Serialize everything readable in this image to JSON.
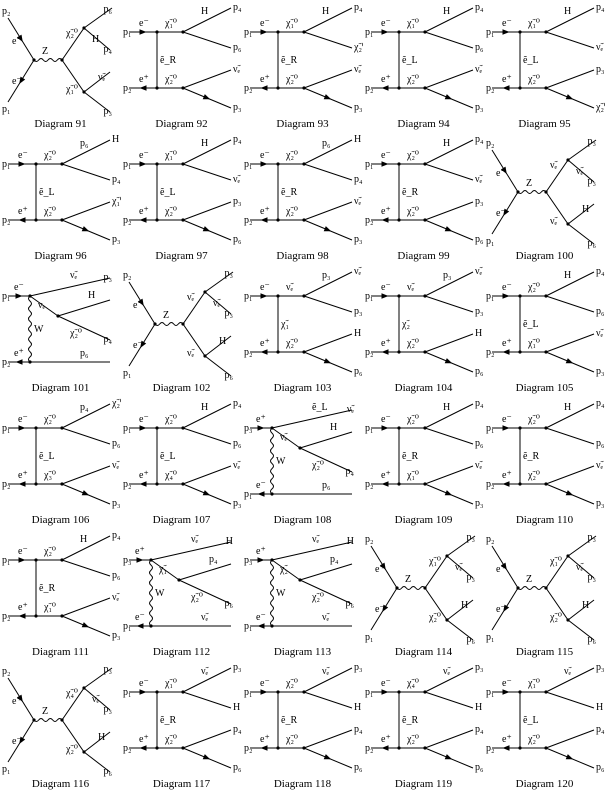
{
  "diagrams": [
    {
      "id": "d91",
      "caption": "Diagram 91",
      "kind": "s",
      "p": [
        "p₂",
        "p₁"
      ],
      "b": [
        "e⁻",
        "e⁻"
      ],
      "prop": "Z",
      "t": [
        "χ̃₂⁰",
        "χ̃₁⁰"
      ],
      "o": [
        "p₆",
        "H",
        "p₄",
        "ν̃ₑ",
        "p₃"
      ]
    },
    {
      "id": "d92",
      "caption": "Diagram 92",
      "kind": "t",
      "p": [
        "p₁",
        "p₂"
      ],
      "b": [
        "e⁻",
        "e⁺"
      ],
      "prop": "ẽ_R",
      "t": [
        "χ̃₁⁰",
        "χ̃₂⁰"
      ],
      "o": [
        "H",
        "p₄",
        "p₆",
        "ν̃ₑ",
        "p₃"
      ]
    },
    {
      "id": "d93",
      "caption": "Diagram 93",
      "kind": "t",
      "p": [
        "p₁",
        "p₂"
      ],
      "b": [
        "e⁻",
        "e⁺"
      ],
      "prop": "ẽ_R",
      "t": [
        "χ̃₁⁰",
        "χ̃₂⁰"
      ],
      "o": [
        "H",
        "p₄",
        "χ̃₂⁰",
        "ν̃ₑ",
        "p₃"
      ]
    },
    {
      "id": "d94",
      "caption": "Diagram 94",
      "kind": "t",
      "p": [
        "p₁",
        "p₂"
      ],
      "b": [
        "e⁻",
        "e⁺"
      ],
      "prop": "ẽ_L",
      "t": [
        "χ̃₁⁰",
        "χ̃₂⁰"
      ],
      "o": [
        "H",
        "p₄",
        "p₆",
        "ν̃ₑ",
        "p₃"
      ]
    },
    {
      "id": "d95",
      "caption": "Diagram 95",
      "kind": "t",
      "p": [
        "p₁",
        "p₂"
      ],
      "b": [
        "e⁻",
        "e⁺"
      ],
      "prop": "ẽ_L",
      "t": [
        "χ̃₁⁰",
        "χ̃₂⁰"
      ],
      "o": [
        "H",
        "p₄",
        "ν̃ₑ",
        "p₃",
        "χ̃₂⁰"
      ]
    },
    {
      "id": "d96",
      "caption": "Diagram 96",
      "kind": "t",
      "p": [
        "p₁",
        "p₂"
      ],
      "b": [
        "e⁻",
        "e⁺"
      ],
      "prop": "ẽ_L",
      "t": [
        "χ̃₂⁰",
        "χ̃₂⁰"
      ],
      "o": [
        "p₆",
        "H",
        "p₄",
        "χ̃₁⁰",
        "p₃"
      ]
    },
    {
      "id": "d97",
      "caption": "Diagram 97",
      "kind": "t",
      "p": [
        "p₁",
        "p₂"
      ],
      "b": [
        "e⁻",
        "e⁺"
      ],
      "prop": "ẽ_L",
      "t": [
        "χ̃₁⁰",
        "χ̃₂⁰"
      ],
      "o": [
        "H",
        "p₄",
        "ν̃ₑ",
        "p₃",
        "p₆"
      ]
    },
    {
      "id": "d98",
      "caption": "Diagram 98",
      "kind": "t",
      "p": [
        "p₁",
        "p₂"
      ],
      "b": [
        "e⁻",
        "e⁺"
      ],
      "prop": "ẽ_R",
      "t": [
        "χ̃₂⁰",
        "χ̃₂⁰"
      ],
      "o": [
        "p₆",
        "H",
        "p₄",
        "ν̃ₑ",
        "p₃"
      ]
    },
    {
      "id": "d99",
      "caption": "Diagram 99",
      "kind": "t",
      "p": [
        "p₁",
        "p₂"
      ],
      "b": [
        "e⁻",
        "e⁺"
      ],
      "prop": "ẽ_R",
      "t": [
        "χ̃₂⁰",
        "χ̃₂⁰"
      ],
      "o": [
        "H",
        "p₄",
        "ν̃ₑ",
        "p₃",
        "p₆"
      ]
    },
    {
      "id": "d100",
      "caption": "Diagram 100",
      "kind": "s",
      "p": [
        "p₂",
        "p₁"
      ],
      "b": [
        "e⁻",
        "e⁻"
      ],
      "prop": "Z",
      "t": [
        "ν̃ₑ",
        "ν̃ₑ"
      ],
      "o": [
        "p₃",
        "ν̃ₑ",
        "p₃",
        "H",
        "p₆"
      ]
    },
    {
      "id": "d101",
      "caption": "Diagram 101",
      "kind": "w",
      "p": [
        "p₁",
        "p₂"
      ],
      "b": [
        "e⁻",
        "e⁺"
      ],
      "prop": "W",
      "t": [
        "νₑ",
        "χ̃₂⁰"
      ],
      "o": [
        "ν̃ₑ",
        "p₃",
        "H",
        "p₄",
        "p₆"
      ]
    },
    {
      "id": "d102",
      "caption": "Diagram 102",
      "kind": "s",
      "p": [
        "p₂",
        "p₁"
      ],
      "b": [
        "e⁻",
        "e⁻"
      ],
      "prop": "Z",
      "t": [
        "ν̃ₑ",
        "ν̃ₑ"
      ],
      "o": [
        "p₃",
        "ν̃ₑ",
        "p₃",
        "H",
        "p₆"
      ]
    },
    {
      "id": "d103",
      "caption": "Diagram 103",
      "kind": "t",
      "p": [
        "p₁",
        "p₂"
      ],
      "b": [
        "e⁻",
        "e⁺"
      ],
      "prop": "χ̃₁",
      "t": [
        "ν̃ₑ",
        "χ̃₂⁰"
      ],
      "o": [
        "p₃",
        "ν̃ₑ",
        "p₃",
        "H",
        "p₆"
      ]
    },
    {
      "id": "d104",
      "caption": "Diagram 104",
      "kind": "t",
      "p": [
        "p₁",
        "p₂"
      ],
      "b": [
        "e⁻",
        "e⁺"
      ],
      "prop": "χ̃₂",
      "t": [
        "ν̃ₑ",
        "χ̃₂⁰"
      ],
      "o": [
        "p₃",
        "ν̃ₑ",
        "p₃",
        "H",
        "p₆"
      ]
    },
    {
      "id": "d105",
      "caption": "Diagram 105",
      "kind": "t",
      "p": [
        "p₁",
        "p₂"
      ],
      "b": [
        "e⁻",
        "e⁺"
      ],
      "prop": "ẽ_L",
      "t": [
        "χ̃₂⁰",
        "χ̃₁⁰"
      ],
      "o": [
        "H",
        "p₄",
        "p₆",
        "ν̃ₑ",
        "p₃"
      ]
    },
    {
      "id": "d106",
      "caption": "Diagram 106",
      "kind": "t",
      "p": [
        "p₁",
        "p₂"
      ],
      "b": [
        "e⁻",
        "e⁺"
      ],
      "prop": "ẽ_L",
      "t": [
        "χ̃₂⁰",
        "χ̃₃⁰"
      ],
      "o": [
        "p₄",
        "χ̃₂⁰",
        "p₆",
        "ν̃ₑ",
        "p₃"
      ]
    },
    {
      "id": "d107",
      "caption": "Diagram 107",
      "kind": "t",
      "p": [
        "p₁",
        "p₂"
      ],
      "b": [
        "e⁻",
        "e⁺"
      ],
      "prop": "ẽ_L",
      "t": [
        "χ̃₂⁰",
        "χ̃₄⁰"
      ],
      "o": [
        "H",
        "p₄",
        "p₆",
        "ν̃ₑ",
        "p₃"
      ]
    },
    {
      "id": "d108",
      "caption": "Diagram 108",
      "kind": "w",
      "p": [
        "p₃",
        "p₁"
      ],
      "b": [
        "e⁺",
        "e⁻"
      ],
      "prop": "W",
      "t": [
        "ν̃ₑ",
        "χ̃₂⁰"
      ],
      "o": [
        "ẽ_L",
        "ν̃ₑ",
        "H",
        "p₄",
        "p₆"
      ]
    },
    {
      "id": "d109",
      "caption": "Diagram 109",
      "kind": "t",
      "p": [
        "p₁",
        "p₂"
      ],
      "b": [
        "e⁻",
        "e⁺"
      ],
      "prop": "ẽ_R",
      "t": [
        "χ̃₂⁰",
        "χ̃₁⁰"
      ],
      "o": [
        "H",
        "p₄",
        "p₆",
        "ν̃ₑ",
        "p₃"
      ]
    },
    {
      "id": "d110",
      "caption": "Diagram 110",
      "kind": "t",
      "p": [
        "p₁",
        "p₂"
      ],
      "b": [
        "e⁻",
        "e⁺"
      ],
      "prop": "ẽ_R",
      "t": [
        "χ̃₂⁰",
        "χ̃₂⁰"
      ],
      "o": [
        "H",
        "p₄",
        "p₆",
        "ν̃ₑ",
        "p₃"
      ]
    },
    {
      "id": "d111",
      "caption": "Diagram 111",
      "kind": "t",
      "p": [
        "p₁",
        "p₂"
      ],
      "b": [
        "e⁻",
        "e⁺"
      ],
      "prop": "ẽ_R",
      "t": [
        "χ̃₂⁰",
        "χ̃₁⁰"
      ],
      "o": [
        "H",
        "p₄",
        "p₆",
        "ν̃ₑ",
        "p₃"
      ]
    },
    {
      "id": "d112",
      "caption": "Diagram 112",
      "kind": "w",
      "p": [
        "p₃",
        "p₁"
      ],
      "b": [
        "e⁺",
        "e⁻"
      ],
      "prop": "W",
      "t": [
        "χ̃₁",
        "χ̃₂⁰"
      ],
      "o": [
        "ν̃ₑ",
        "H",
        "p₄",
        "p₆",
        "ν̃ₑ"
      ]
    },
    {
      "id": "d113",
      "caption": "Diagram 113",
      "kind": "w",
      "p": [
        "p₃",
        "p₁"
      ],
      "b": [
        "e⁺",
        "e⁻"
      ],
      "prop": "W",
      "t": [
        "χ̃₂",
        "χ̃₂⁰"
      ],
      "o": [
        "ν̃ₑ",
        "H",
        "p₄",
        "p₆",
        "ν̃ₑ"
      ]
    },
    {
      "id": "d114",
      "caption": "Diagram 114",
      "kind": "s",
      "p": [
        "p₂",
        "p₁"
      ],
      "b": [
        "e⁺",
        "e⁻"
      ],
      "prop": "Z",
      "t": [
        "χ̃₁⁰",
        "χ̃₂⁰"
      ],
      "o": [
        "p₃",
        "ν̃ₑ",
        "p₃",
        "H",
        "p₆"
      ]
    },
    {
      "id": "d115",
      "caption": "Diagram 115",
      "kind": "s",
      "p": [
        "p₂",
        "p₁"
      ],
      "b": [
        "e⁺",
        "e⁻"
      ],
      "prop": "Z",
      "t": [
        "χ̃₁⁰",
        "χ̃₂⁰"
      ],
      "o": [
        "p₃",
        "ν̃ₑ",
        "p₃",
        "H",
        "p₆"
      ]
    },
    {
      "id": "d116",
      "caption": "Diagram 116",
      "kind": "s",
      "p": [
        "p₂",
        "p₁"
      ],
      "b": [
        "e⁺",
        "e⁻"
      ],
      "prop": "Z",
      "t": [
        "χ̃₄⁰",
        "χ̃₂⁰"
      ],
      "o": [
        "p₃",
        "ν̃ₑ",
        "p₃",
        "H",
        "p₆"
      ]
    },
    {
      "id": "d117",
      "caption": "Diagram 117",
      "kind": "t",
      "p": [
        "p₁",
        "p₂"
      ],
      "b": [
        "e⁻",
        "e⁺"
      ],
      "prop": "ẽ_R",
      "t": [
        "χ̃₁⁰",
        "χ̃₂⁰"
      ],
      "o": [
        "ν̃ₑ",
        "p₃",
        "H",
        "p₄",
        "p₆"
      ]
    },
    {
      "id": "d118",
      "caption": "Diagram 118",
      "kind": "t",
      "p": [
        "p₁",
        "p₂"
      ],
      "b": [
        "e⁻",
        "e⁺"
      ],
      "prop": "ẽ_R",
      "t": [
        "χ̃₂⁰",
        "χ̃₂⁰"
      ],
      "o": [
        "ν̃ₑ",
        "p₃",
        "H",
        "p₄",
        "p₆"
      ]
    },
    {
      "id": "d119",
      "caption": "Diagram 119",
      "kind": "t",
      "p": [
        "p₁",
        "p₂"
      ],
      "b": [
        "e⁻",
        "e⁺"
      ],
      "prop": "ẽ_R",
      "t": [
        "χ̃₄⁰",
        "χ̃₂⁰"
      ],
      "o": [
        "ν̃ₑ",
        "p₃",
        "H",
        "p₄",
        "p₆"
      ]
    },
    {
      "id": "d120",
      "caption": "Diagram 120",
      "kind": "t",
      "p": [
        "p₁",
        "p₂"
      ],
      "b": [
        "e⁻",
        "e⁺"
      ],
      "prop": "ẽ_L",
      "t": [
        "χ̃₁⁰",
        "χ̃₂⁰"
      ],
      "o": [
        "ν̃ₑ",
        "p₃",
        "H",
        "p₄",
        "p₆"
      ]
    }
  ]
}
